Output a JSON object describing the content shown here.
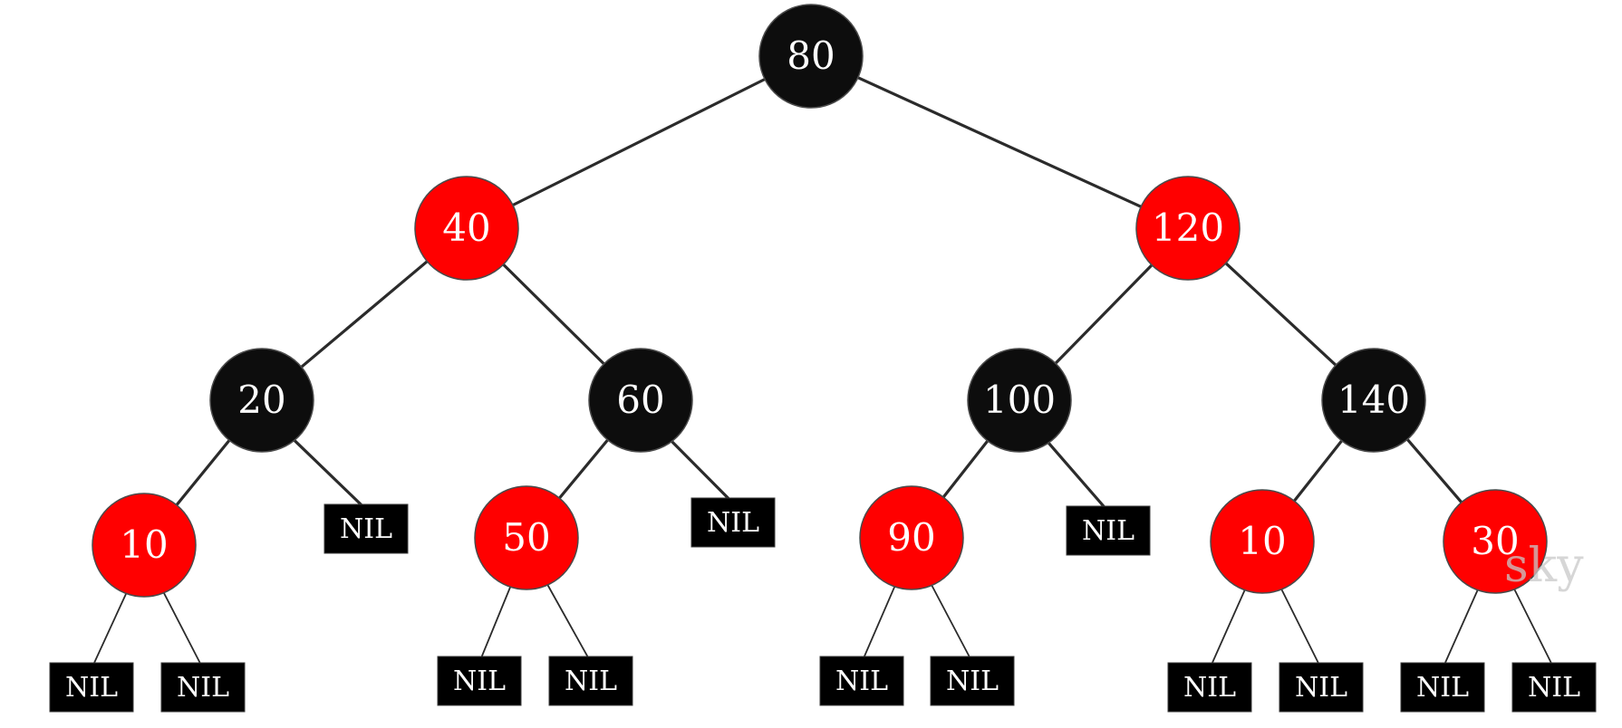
{
  "colors": {
    "black_node": "#0d0d0d",
    "red_node": "#ff0000",
    "node_border": "#4a4a4a",
    "nil_box": "#000000",
    "edge": "#2b2b2b",
    "text": "#ffffff",
    "watermark": "#c8c8c8"
  },
  "nodes": [
    {
      "id": "n80",
      "label": "80",
      "color": "black"
    },
    {
      "id": "n40",
      "label": "40",
      "color": "red"
    },
    {
      "id": "n120",
      "label": "120",
      "color": "red"
    },
    {
      "id": "n20",
      "label": "20",
      "color": "black"
    },
    {
      "id": "n60",
      "label": "60",
      "color": "black"
    },
    {
      "id": "n100",
      "label": "100",
      "color": "black"
    },
    {
      "id": "n140",
      "label": "140",
      "color": "black"
    },
    {
      "id": "n10a",
      "label": "10",
      "color": "red"
    },
    {
      "id": "n50",
      "label": "50",
      "color": "red"
    },
    {
      "id": "n90",
      "label": "90",
      "color": "red"
    },
    {
      "id": "n10b",
      "label": "10",
      "color": "red"
    },
    {
      "id": "n30",
      "label": "30",
      "color": "red"
    }
  ],
  "nil_label": "NIL",
  "nils": [
    {
      "id": "nil1"
    },
    {
      "id": "nil2"
    },
    {
      "id": "nil3"
    },
    {
      "id": "nil4"
    },
    {
      "id": "nil5"
    },
    {
      "id": "nil6"
    },
    {
      "id": "nil7"
    },
    {
      "id": "nil8"
    },
    {
      "id": "nil9"
    },
    {
      "id": "nil10"
    },
    {
      "id": "nil11"
    },
    {
      "id": "nil12"
    },
    {
      "id": "nil13"
    }
  ],
  "edges": [
    {
      "from": "n80",
      "to": "n40"
    },
    {
      "from": "n80",
      "to": "n120"
    },
    {
      "from": "n40",
      "to": "n20"
    },
    {
      "from": "n40",
      "to": "n60"
    },
    {
      "from": "n120",
      "to": "n100"
    },
    {
      "from": "n120",
      "to": "n140"
    },
    {
      "from": "n20",
      "to": "n10a"
    },
    {
      "from": "n20",
      "to": "nil1"
    },
    {
      "from": "n60",
      "to": "n50"
    },
    {
      "from": "n60",
      "to": "nil2"
    },
    {
      "from": "n100",
      "to": "n90"
    },
    {
      "from": "n100",
      "to": "nil3"
    },
    {
      "from": "n140",
      "to": "n10b"
    },
    {
      "from": "n140",
      "to": "n30"
    },
    {
      "from": "n10a",
      "to": "nil4"
    },
    {
      "from": "n10a",
      "to": "nil5"
    },
    {
      "from": "n50",
      "to": "nil6"
    },
    {
      "from": "n50",
      "to": "nil7"
    },
    {
      "from": "n90",
      "to": "nil8"
    },
    {
      "from": "n90",
      "to": "nil9"
    },
    {
      "from": "n10b",
      "to": "nil10"
    },
    {
      "from": "n10b",
      "to": "nil11"
    },
    {
      "from": "n30",
      "to": "nil12"
    },
    {
      "from": "n30",
      "to": "nil13"
    }
  ],
  "watermark": "sky"
}
